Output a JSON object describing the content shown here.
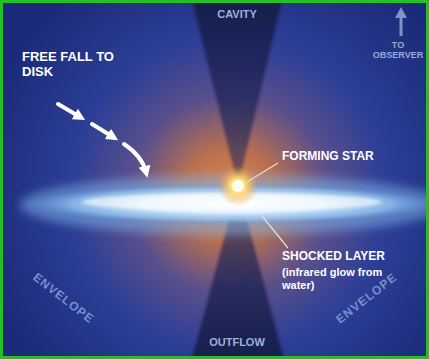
{
  "diagram": {
    "labels": [
      "FREE FALL TO DISK",
      "CAVITY",
      "TO OBSERVER",
      "FORMING STAR",
      "SHOCKED LAYER",
      "(infrared glow from water)",
      "ENVELOPE",
      "ENVELOPE",
      "OUTFLOW"
    ]
  }
}
